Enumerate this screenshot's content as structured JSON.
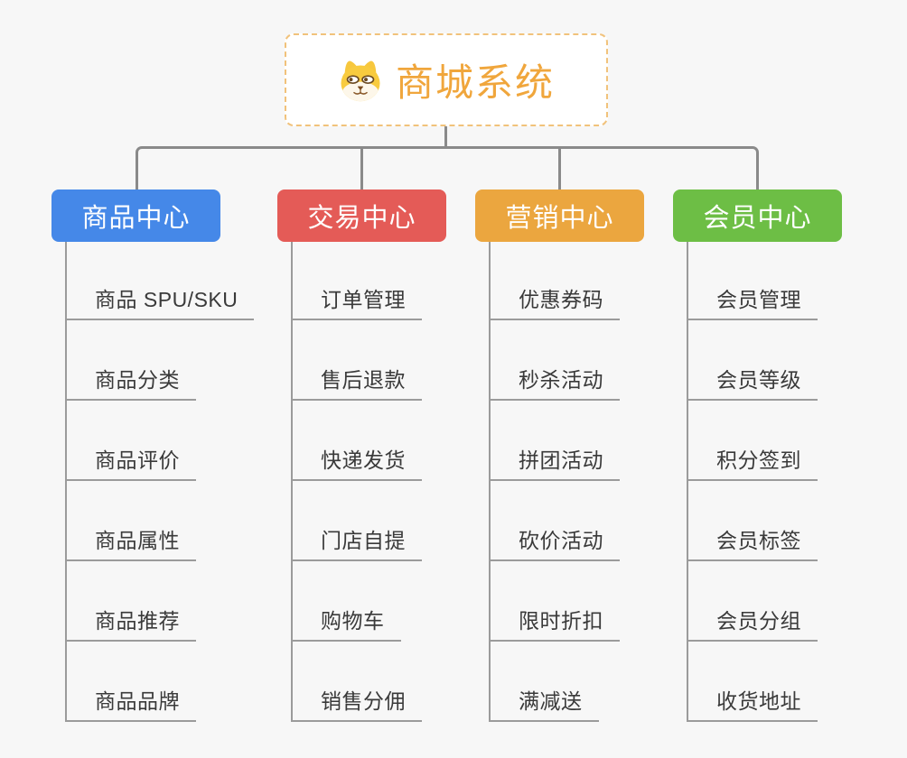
{
  "background": "#F7F7F7",
  "connector_color": "#8A8A8A",
  "leaf_line_color": "#9B9B9B",
  "leaf_text_color": "#3A3A3A",
  "root": {
    "title": "商城系统",
    "icon": "dog-face-icon",
    "text_color": "#F0A63C",
    "border_color": "#F1C27B"
  },
  "branches": [
    {
      "label": "商品中心",
      "color": "#4588E8",
      "items": [
        "商品 SPU/SKU",
        "商品分类",
        "商品评价",
        "商品属性",
        "商品推荐",
        "商品品牌"
      ]
    },
    {
      "label": "交易中心",
      "color": "#E45B57",
      "items": [
        "订单管理",
        "售后退款",
        "快递发货",
        "门店自提",
        "购物车",
        "销售分佣"
      ]
    },
    {
      "label": "营销中心",
      "color": "#EBA63F",
      "items": [
        "优惠券码",
        "秒杀活动",
        "拼团活动",
        "砍价活动",
        "限时折扣",
        "满减送"
      ]
    },
    {
      "label": "会员中心",
      "color": "#6DBE45",
      "items": [
        "会员管理",
        "会员等级",
        "积分签到",
        "会员标签",
        "会员分组",
        "收货地址"
      ]
    }
  ]
}
